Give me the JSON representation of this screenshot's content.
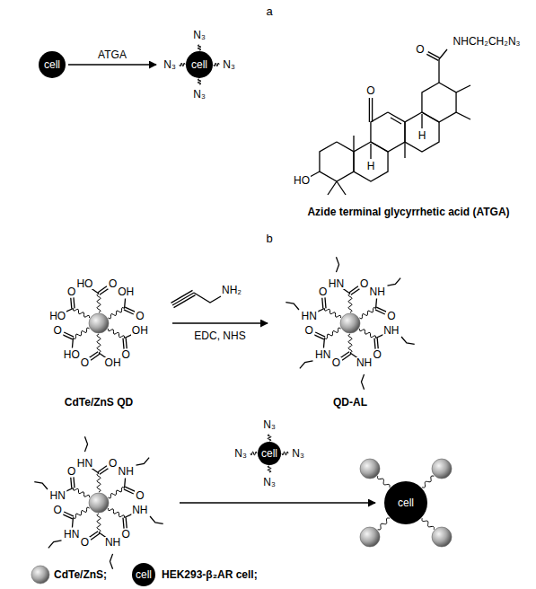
{
  "diagram": {
    "nodes": [
      {
        "text": [
          "cell"
        ]
      },
      {
        "text": [
          "cell"
        ]
      },
      {
        "text": [
          "CdTe/ZnS QD"
        ]
      },
      {
        "text": [
          "QD-AL"
        ]
      },
      {
        "text": [
          "cell"
        ]
      },
      {
        "text": [
          "cell"
        ]
      }
    ],
    "edges": [
      {
        "from": 0,
        "to": 1,
        "arrow": "to",
        "label": "ATGA"
      },
      {
        "from": 2,
        "to": 3,
        "arrow": "to",
        "label": "EDC, NHS"
      }
    ],
    "labels": [
      "a",
      "N₃",
      "N₃",
      "N₃",
      "N₃",
      "O",
      "O",
      "NHCH₂CH₂N₃",
      "HO",
      "H",
      "H",
      "Azide terminal glycyrrhetic acid (ATGA)",
      "b",
      "O",
      "HO",
      "O",
      "HO",
      "O",
      "OH",
      "O",
      "OH",
      "O",
      "OH",
      "O",
      "HO",
      "NH₂",
      "O",
      "HN",
      "O",
      "HN",
      "O",
      "NH",
      "O",
      "NH",
      "O",
      "NH",
      "O",
      "HN",
      "O",
      "HN",
      "O",
      "HN",
      "O",
      "NH",
      "O",
      "NH",
      "O",
      "NH",
      "O",
      "HN",
      "N₃",
      "N₃",
      "N₃",
      "N₃",
      "cell"
    ],
    "legend": [
      {
        "text": "CdTe/ZnS;"
      },
      {
        "text": "HEK293-β₂AR cell;"
      }
    ]
  }
}
